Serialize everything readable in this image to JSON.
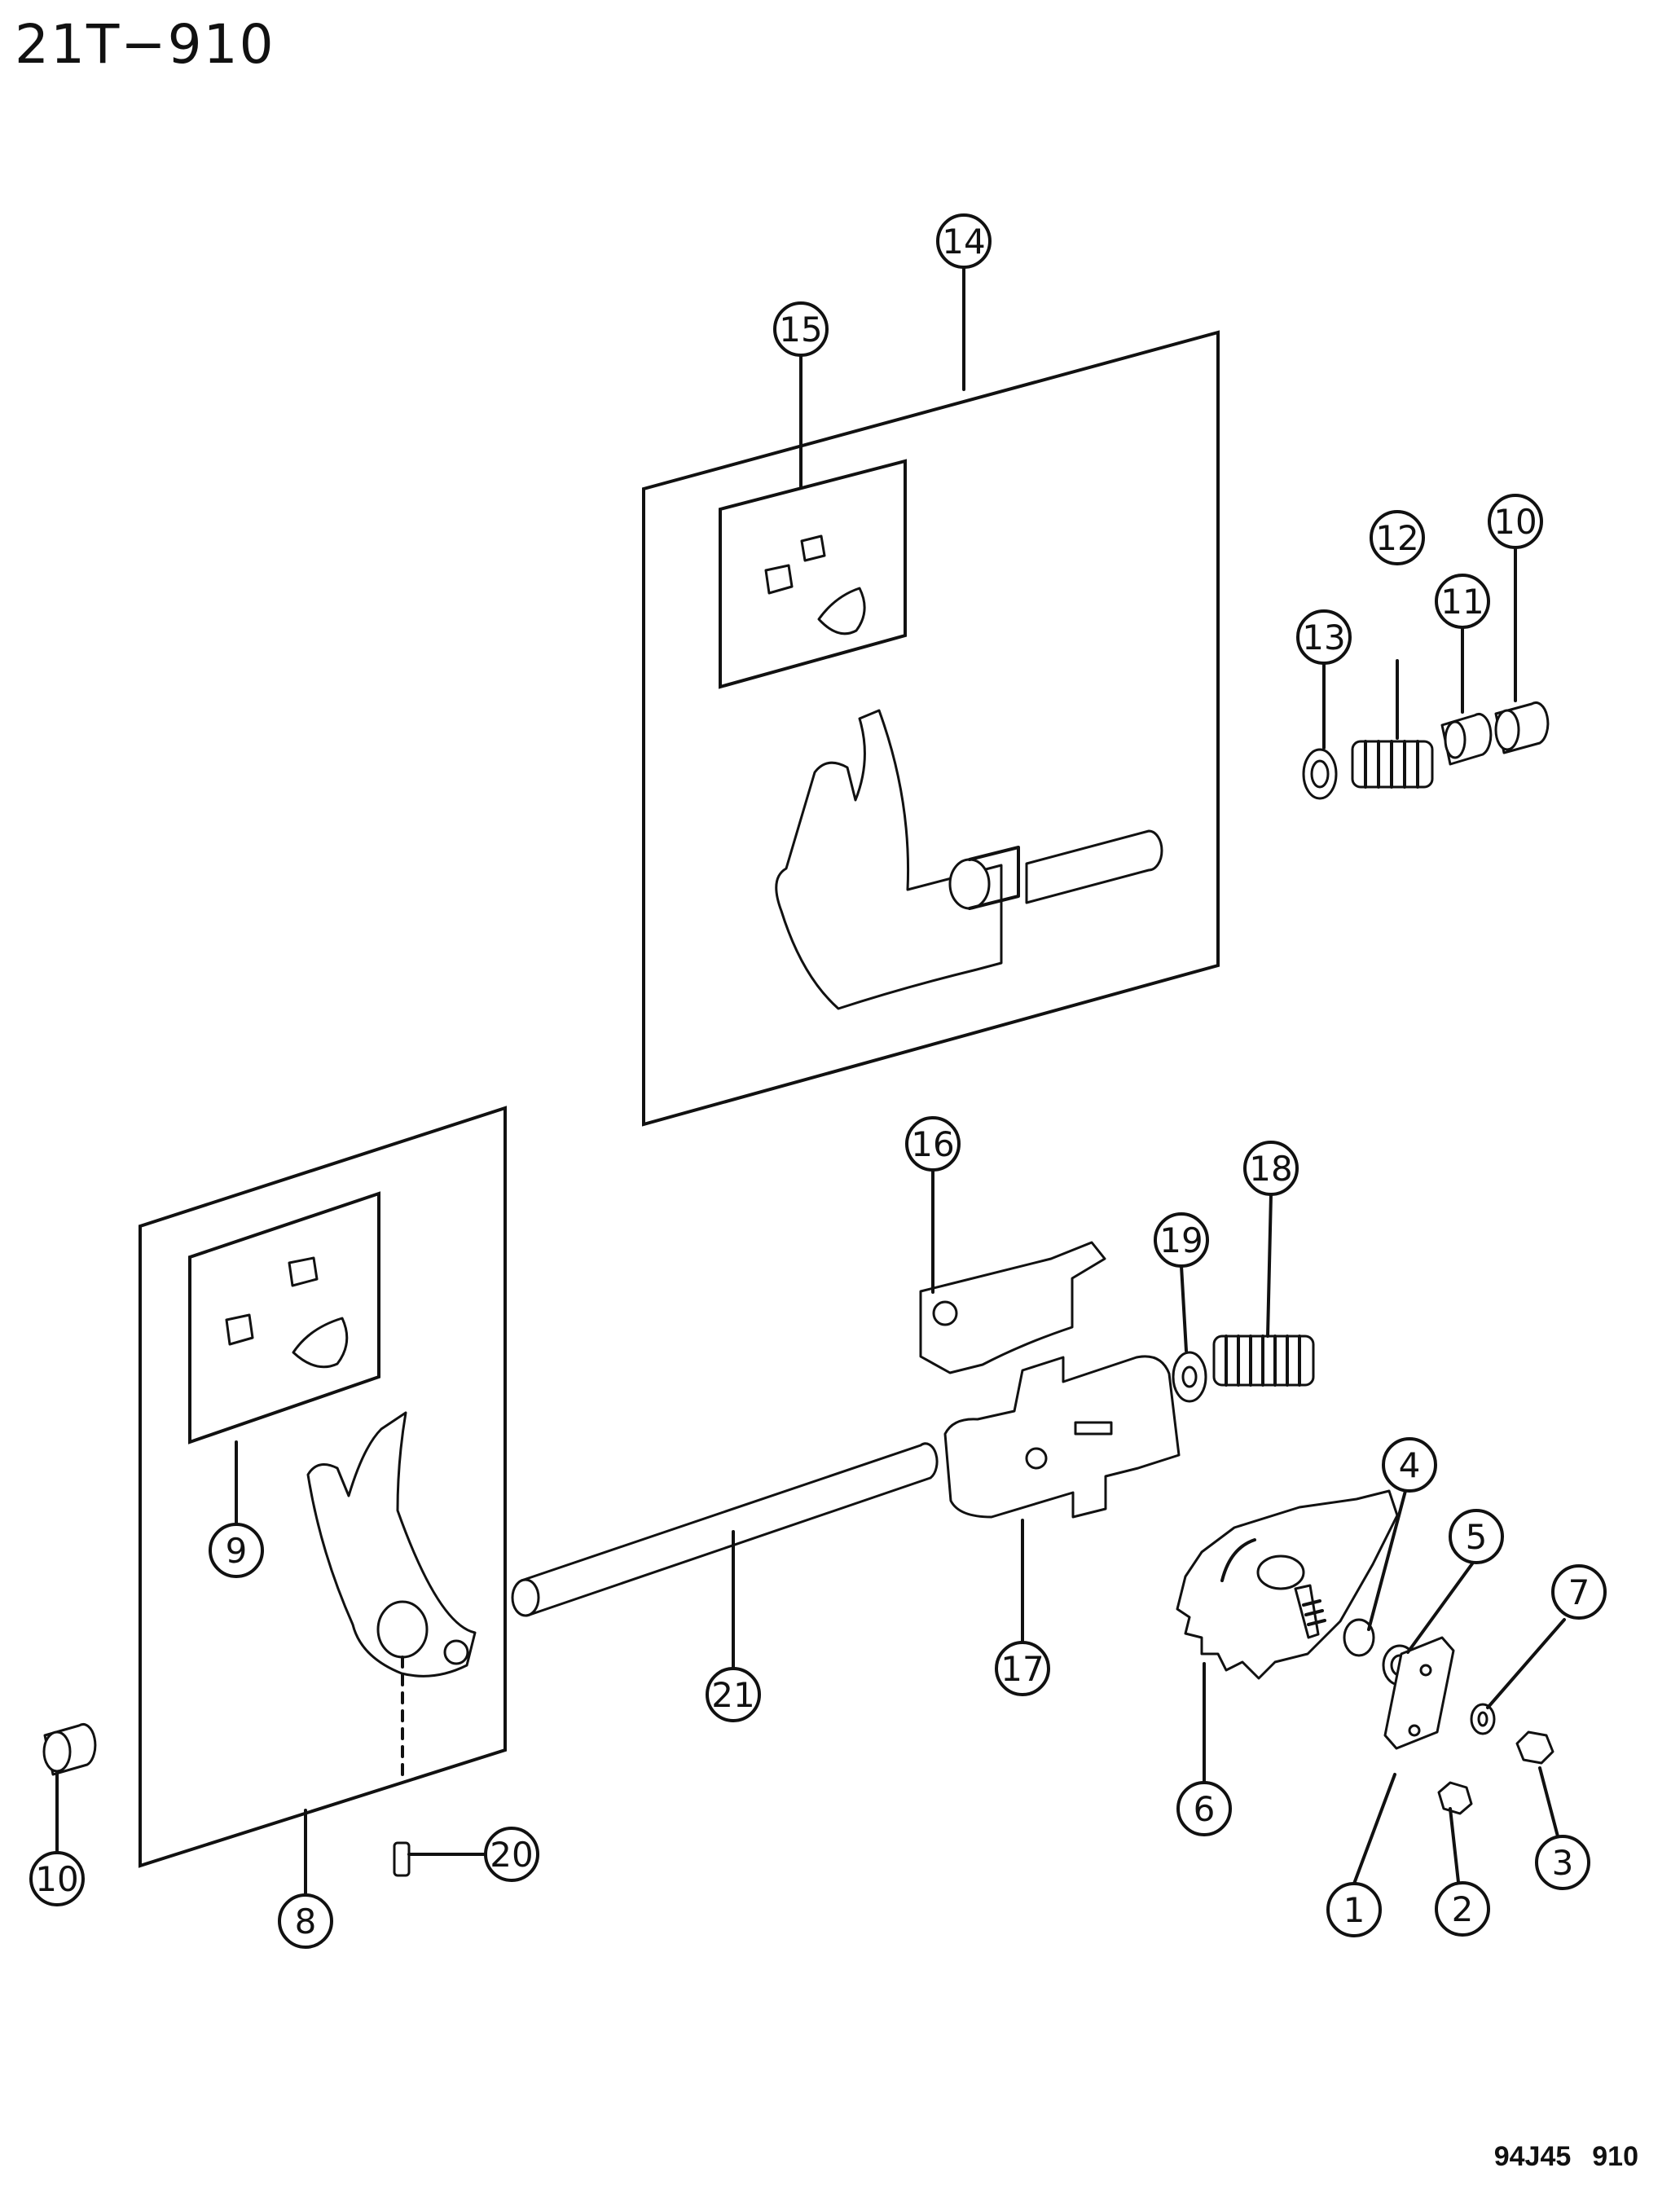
{
  "header": {
    "title": "21T−910"
  },
  "footer": {
    "code": "94J45",
    "number": "910"
  },
  "callouts": [
    {
      "id": "c1",
      "label": "1"
    },
    {
      "id": "c2",
      "label": "2"
    },
    {
      "id": "c3",
      "label": "3"
    },
    {
      "id": "c4",
      "label": "4"
    },
    {
      "id": "c5",
      "label": "5"
    },
    {
      "id": "c6",
      "label": "6"
    },
    {
      "id": "c7",
      "label": "7"
    },
    {
      "id": "c8",
      "label": "8"
    },
    {
      "id": "c9",
      "label": "9"
    },
    {
      "id": "c10a",
      "label": "10"
    },
    {
      "id": "c10b",
      "label": "10"
    },
    {
      "id": "c11",
      "label": "11"
    },
    {
      "id": "c12",
      "label": "12"
    },
    {
      "id": "c13",
      "label": "13"
    },
    {
      "id": "c14",
      "label": "14"
    },
    {
      "id": "c15",
      "label": "15"
    },
    {
      "id": "c16",
      "label": "16"
    },
    {
      "id": "c17",
      "label": "17"
    },
    {
      "id": "c18",
      "label": "18"
    },
    {
      "id": "c19",
      "label": "19"
    },
    {
      "id": "c20",
      "label": "20"
    },
    {
      "id": "c21",
      "label": "21"
    }
  ]
}
